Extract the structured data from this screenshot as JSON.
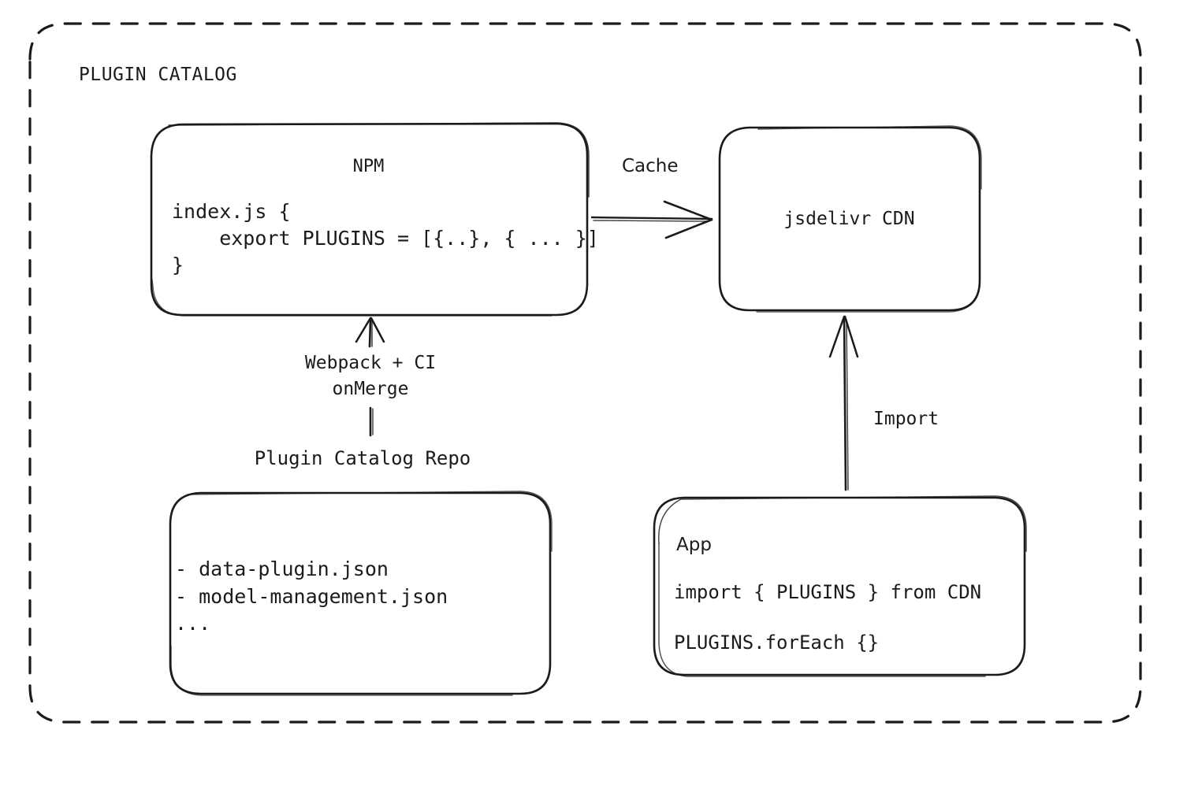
{
  "diagram": {
    "title": "PLUGIN CATALOG",
    "accent_color": "#1b1b1b",
    "background_color": "#ffffff",
    "container": {
      "name": "plugin-catalog-boundary",
      "style": "dashed-rounded-rectangle"
    },
    "nodes": {
      "npm": {
        "title": "NPM",
        "code": "index.js {\n    export PLUGINS = [{..}, { ... }]\n}"
      },
      "cdn": {
        "title": "jsdelivr CDN"
      },
      "repo": {
        "caption": "Plugin Catalog Repo",
        "files": "- data-plugin.json\n- model-management.json\n..."
      },
      "app": {
        "title": "App",
        "line1": "import { PLUGINS } from CDN",
        "line2": "PLUGINS.forEach {}"
      }
    },
    "edges": {
      "npm_to_cdn": {
        "label": "Cache",
        "direction": "right"
      },
      "repo_to_npm": {
        "label": "Webpack + CI\nonMerge",
        "direction": "up"
      },
      "app_to_cdn": {
        "label": "Import",
        "direction": "up"
      }
    }
  }
}
